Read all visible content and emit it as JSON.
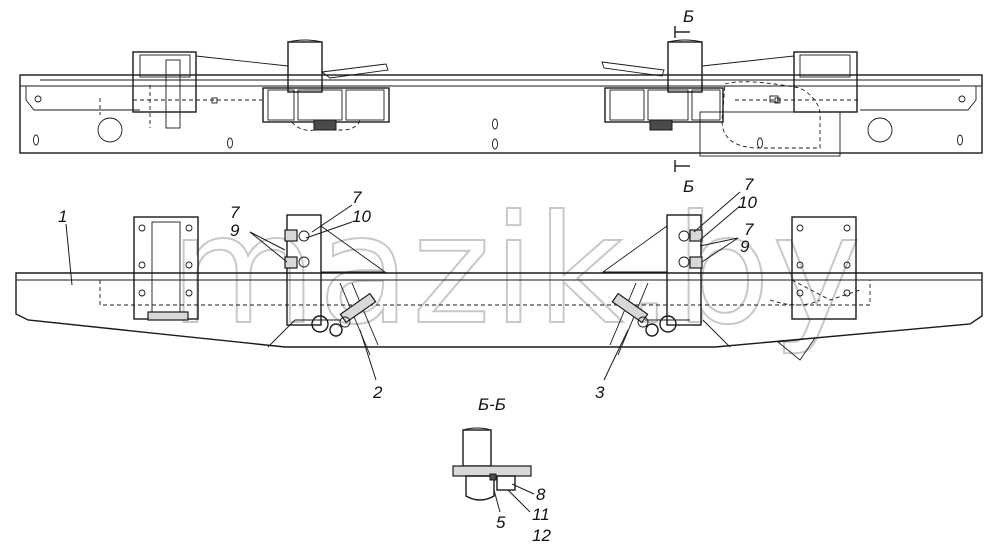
{
  "watermark": "mazik.by",
  "section": {
    "mark_top": "Б",
    "mark_bottom": "Б",
    "title": "Б-Б"
  },
  "callouts": {
    "front_left": [
      "1",
      "7",
      "10",
      "7",
      "9",
      "2"
    ],
    "front_right": [
      "7",
      "10",
      "7",
      "9",
      "3"
    ],
    "section": [
      "8",
      "5",
      "11",
      "12"
    ]
  }
}
